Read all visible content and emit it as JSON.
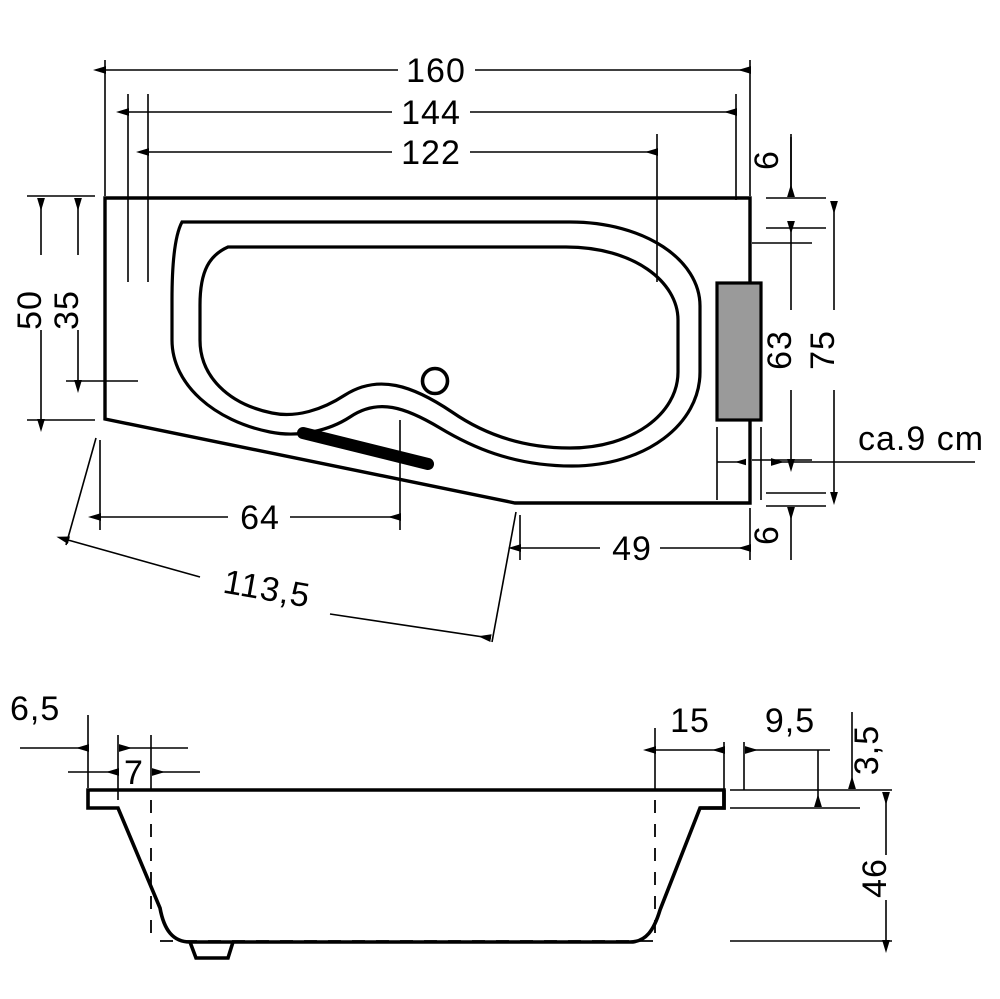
{
  "drawing": {
    "title": "Bathtub technical dimension drawing",
    "units_note": "cm",
    "line_color": "#000000",
    "accent_fill": "#9a9a9a",
    "background": "#ffffff"
  },
  "top_view": {
    "name": "top-view",
    "dimensions": {
      "overall_length": "160",
      "inner_length_144": "144",
      "inner_length_122": "122",
      "left_width_50": "50",
      "left_width_35": "35",
      "right_height_75": "75",
      "right_height_63": "63",
      "top_offset_6": "6",
      "bottom_offset_6": "6",
      "bottom_64": "64",
      "bottom_49": "49",
      "diagonal_113_5": "113,5",
      "headrest_note": "ca.9 cm"
    }
  },
  "section_view": {
    "name": "cross-section-view",
    "dimensions": {
      "left_outer_6_5": "6,5",
      "left_inner_7": "7",
      "right_15": "15",
      "right_9_5": "9,5",
      "rim_thickness_3_5": "3,5",
      "depth_46": "46"
    }
  },
  "chart_data": {
    "type": "table",
    "title": "Bathtub dimensions (cm)",
    "categories": [
      "160",
      "144",
      "122",
      "50",
      "35",
      "75",
      "63",
      "6",
      "6",
      "64",
      "49",
      "113,5",
      "ca.9 cm",
      "6,5",
      "7",
      "15",
      "9,5",
      "3,5",
      "46"
    ],
    "values": [
      160,
      144,
      122,
      50,
      35,
      75,
      63,
      6,
      6,
      64,
      49,
      113.5,
      9,
      6.5,
      7,
      15,
      9.5,
      3.5,
      46
    ]
  }
}
